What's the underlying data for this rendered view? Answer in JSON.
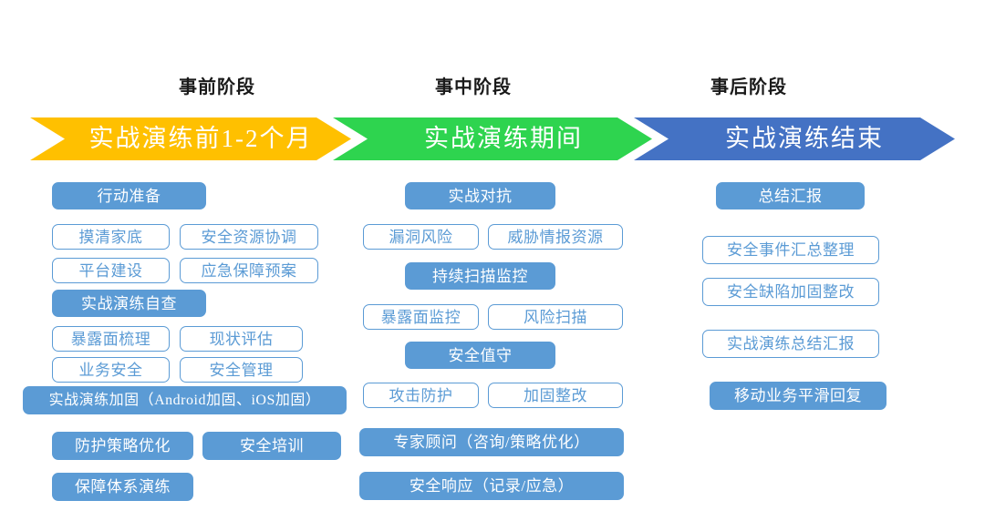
{
  "diagram": {
    "title_absent": true,
    "colors": {
      "phase1_banner": "#FFC000",
      "phase2_banner": "#2ED44F",
      "phase3_banner": "#4472C4",
      "box_fill": "#5B9BD5",
      "box_outline": "#5B9BD5",
      "background": "#FFFFFF",
      "heading_text": "#1A1A1A"
    },
    "phases": [
      {
        "heading": "事前阶段",
        "banner_label": "实战演练前1-2个月",
        "banner_color": "#FFC000",
        "items": [
          {
            "label": "行动准备",
            "style": "filled"
          },
          {
            "label": "摸清家底",
            "style": "outlined"
          },
          {
            "label": "安全资源协调",
            "style": "outlined"
          },
          {
            "label": "平台建设",
            "style": "outlined"
          },
          {
            "label": "应急保障预案",
            "style": "outlined"
          },
          {
            "label": "实战演练自查",
            "style": "filled"
          },
          {
            "label": "暴露面梳理",
            "style": "outlined"
          },
          {
            "label": "现状评估",
            "style": "outlined"
          },
          {
            "label": "业务安全",
            "style": "outlined"
          },
          {
            "label": "安全管理",
            "style": "outlined"
          },
          {
            "label": "实战演练加固（Android加固、iOS加固）",
            "style": "filled"
          },
          {
            "label": "防护策略优化",
            "style": "filled"
          },
          {
            "label": "安全培训",
            "style": "filled"
          },
          {
            "label": "保障体系演练",
            "style": "filled"
          }
        ]
      },
      {
        "heading": "事中阶段",
        "banner_label": "实战演练期间",
        "banner_color": "#2ED44F",
        "items": [
          {
            "label": "实战对抗",
            "style": "filled"
          },
          {
            "label": "漏洞风险",
            "style": "outlined"
          },
          {
            "label": "威胁情报资源",
            "style": "outlined"
          },
          {
            "label": "持续扫描监控",
            "style": "filled"
          },
          {
            "label": "暴露面监控",
            "style": "outlined"
          },
          {
            "label": "风险扫描",
            "style": "outlined"
          },
          {
            "label": "安全值守",
            "style": "filled"
          },
          {
            "label": "攻击防护",
            "style": "outlined"
          },
          {
            "label": "加固整改",
            "style": "outlined"
          },
          {
            "label": "专家顾问（咨询/策略优化）",
            "style": "filled"
          },
          {
            "label": "安全响应（记录/应急）",
            "style": "filled"
          }
        ]
      },
      {
        "heading": "事后阶段",
        "banner_label": "实战演练结束",
        "banner_color": "#4472C4",
        "items": [
          {
            "label": "总结汇报",
            "style": "filled"
          },
          {
            "label": "安全事件汇总整理",
            "style": "outlined"
          },
          {
            "label": "安全缺陷加固整改",
            "style": "outlined"
          },
          {
            "label": "实战演练总结汇报",
            "style": "outlined"
          },
          {
            "label": "移动业务平滑回复",
            "style": "filled"
          }
        ]
      }
    ]
  }
}
